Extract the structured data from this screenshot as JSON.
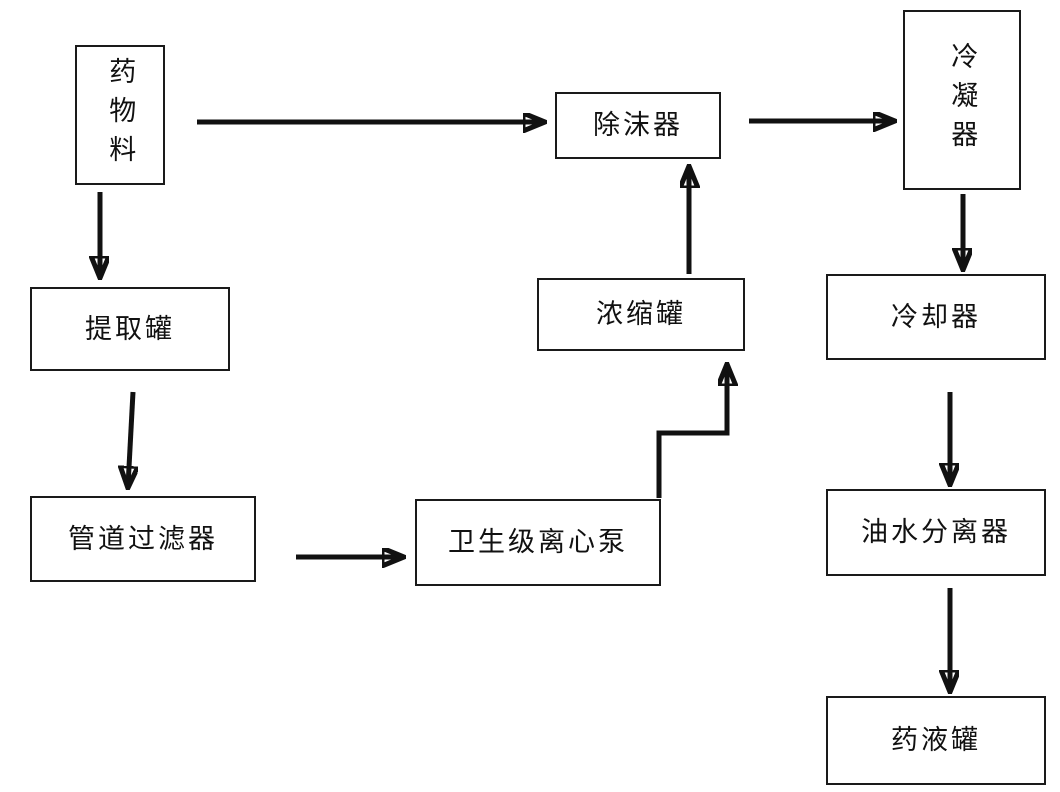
{
  "diagram": {
    "type": "process-flowchart",
    "language": "zh",
    "nodes": {
      "drug_material": {
        "label": "药物料",
        "orientation": "vertical"
      },
      "extraction_tank": {
        "label": "提取罐",
        "orientation": "horizontal"
      },
      "pipeline_filter": {
        "label": "管道过滤器",
        "orientation": "horizontal"
      },
      "sanitary_pump": {
        "label": "卫生级离心泵",
        "orientation": "horizontal"
      },
      "concentration_tank": {
        "label": "浓缩罐",
        "orientation": "horizontal"
      },
      "demister": {
        "label": "除沫器",
        "orientation": "horizontal"
      },
      "condenser": {
        "label": "冷凝器",
        "orientation": "vertical"
      },
      "cooler": {
        "label": "冷却器",
        "orientation": "horizontal"
      },
      "oil_water_separator": {
        "label": "油水分离器",
        "orientation": "horizontal"
      },
      "liquid_tank": {
        "label": "药液罐",
        "orientation": "horizontal"
      }
    },
    "edges": [
      {
        "from": "drug_material",
        "to": "demister"
      },
      {
        "from": "drug_material",
        "to": "extraction_tank"
      },
      {
        "from": "extraction_tank",
        "to": "pipeline_filter"
      },
      {
        "from": "pipeline_filter",
        "to": "sanitary_pump"
      },
      {
        "from": "sanitary_pump",
        "to": "concentration_tank"
      },
      {
        "from": "concentration_tank",
        "to": "demister"
      },
      {
        "from": "demister",
        "to": "condenser"
      },
      {
        "from": "condenser",
        "to": "cooler"
      },
      {
        "from": "cooler",
        "to": "oil_water_separator"
      },
      {
        "from": "oil_water_separator",
        "to": "liquid_tank"
      }
    ],
    "colors": {
      "background": "#ffffff",
      "box_border": "#1a1a1a",
      "arrow": "#111111",
      "text": "#111111"
    }
  }
}
